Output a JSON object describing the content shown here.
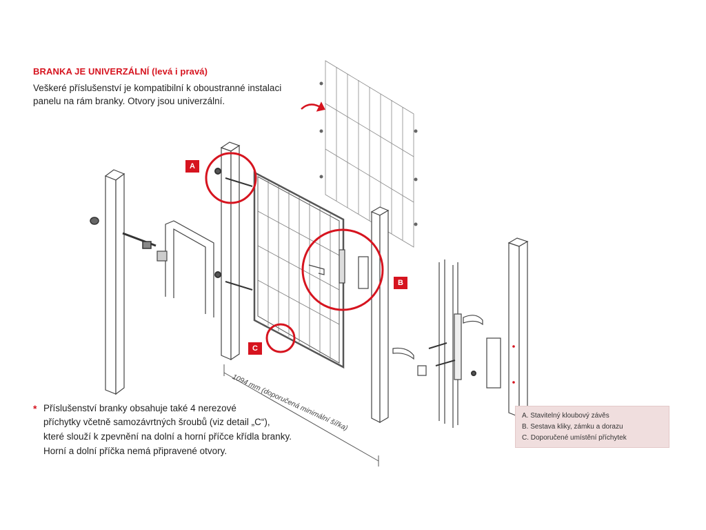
{
  "heading": "BRANKA JE UNIVERZÁLNÍ (levá i pravá)",
  "intro": [
    "Veškeré příslušenství je kompatibilní k oboustranné instalaci",
    "panelu na rám branky. Otvory jsou univerzální."
  ],
  "note_marker": "*",
  "note": [
    "Příslušenství branky obsahuje také 4 nerezové",
    "příchytky včetně samozávrtných šroubů (viz detail „C“),",
    "které slouží k zpevnění na dolní a horní příčce křídla branky.",
    "Horní a dolní příčka nemá připravené otvory."
  ],
  "legend": [
    "A. Stavitelný kloubový závěs",
    "B. Sestava kliky, zámku a dorazu",
    "C. Doporučené umístění příchytek"
  ],
  "badges": {
    "a": "A",
    "b": "B",
    "c": "C"
  },
  "dimension_label": "1094 mm (doporučená minimální šířka)",
  "colors": {
    "accent": "#d6141f",
    "legend_bg": "#f0dede",
    "line": "#555555"
  }
}
